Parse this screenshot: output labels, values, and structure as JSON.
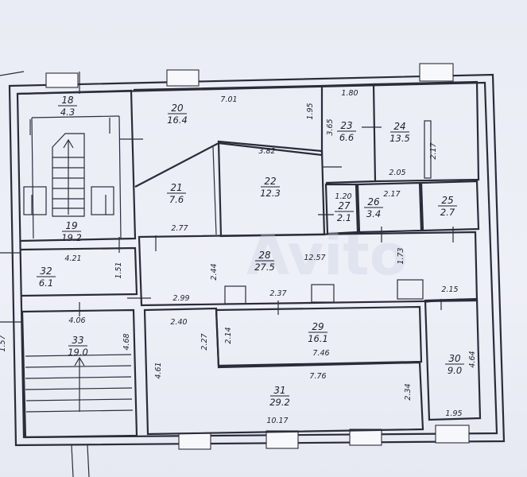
{
  "watermark": "Avito",
  "rooms": [
    {
      "id": "18",
      "area": "4.3"
    },
    {
      "id": "19",
      "area": "19.2"
    },
    {
      "id": "20",
      "area": "16.4"
    },
    {
      "id": "21",
      "area": "7.6"
    },
    {
      "id": "22",
      "area": "12.3"
    },
    {
      "id": "23",
      "area": "6.6"
    },
    {
      "id": "24",
      "area": "13.5"
    },
    {
      "id": "25",
      "area": "2.7"
    },
    {
      "id": "26",
      "area": "3.4"
    },
    {
      "id": "27",
      "area": "2.1"
    },
    {
      "id": "28",
      "area": "27.5"
    },
    {
      "id": "29",
      "area": "16.1"
    },
    {
      "id": "30",
      "area": "9.0"
    },
    {
      "id": "31",
      "area": "29.2"
    },
    {
      "id": "32",
      "area": "6.1"
    },
    {
      "id": "33",
      "area": "19.0"
    }
  ],
  "dimensions": [
    "7.01",
    "1.95",
    "1.80",
    "3.65",
    "3.82",
    "2.17",
    "2.05",
    "1.20",
    "2.17",
    "2.77",
    "4.21",
    "1.51",
    "12.57",
    "1.73",
    "2.44",
    "2.99",
    "2.37",
    "2.15",
    "4.06",
    "4.68",
    "2.40",
    "2.27",
    "2.14",
    "7.46",
    "4.64",
    "4.61",
    "7.76",
    "2.34",
    "10.17",
    "1.95",
    "1.57"
  ]
}
